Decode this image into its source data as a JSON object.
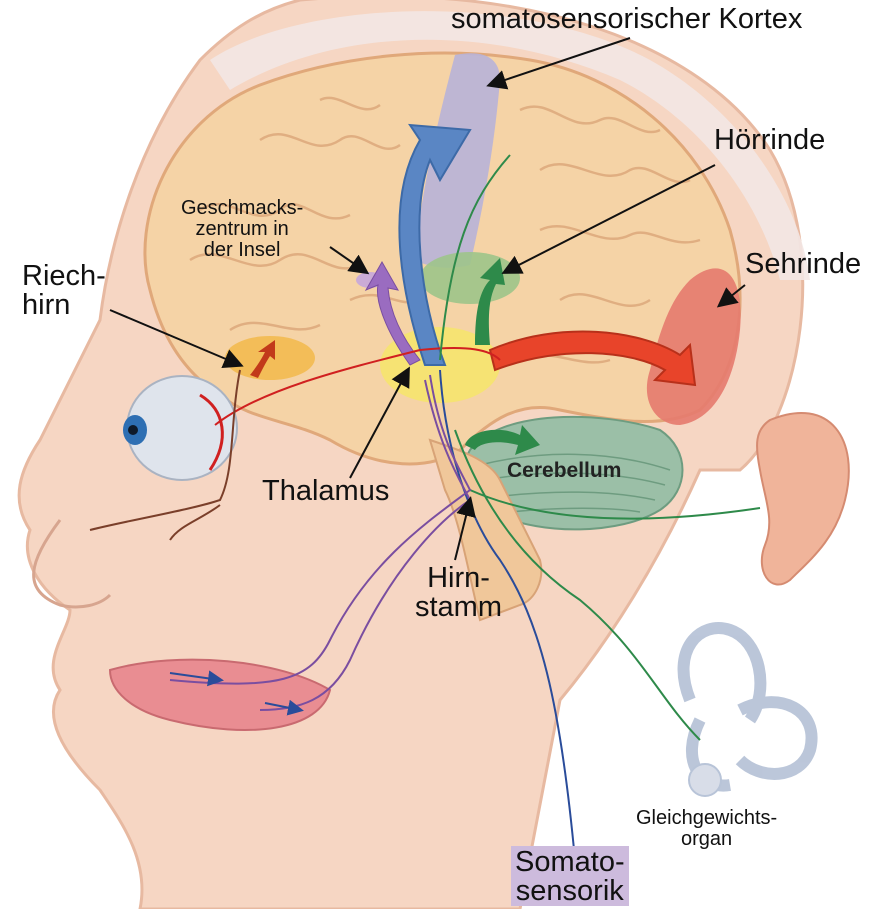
{
  "labels": {
    "somatosensory_cortex": "somatosensorischer Kortex",
    "auditory_cortex": "Hörrinde",
    "taste_center": "Geschmacks-\nzentrum in\nder Insel",
    "olfactory": "Riech-\nhirn",
    "visual_cortex": "Sehrinde",
    "thalamus": "Thalamus",
    "cerebellum": "Cerebellum",
    "brainstem": "Hirn-\nstamm",
    "vestibular": "Gleichgewichts-\norgan",
    "somatosensory": "Somato-\nsensorik"
  },
  "colors": {
    "skin": "#f6d6c3",
    "brain": "#f5d3a6",
    "somatosensory_region": "#b8b2d8",
    "auditory_region": "#9dc48a",
    "visual_region": "#e57a6e",
    "thalamus_region": "#f6e56a",
    "olfactory_region": "#f2b94a",
    "cerebellum": "#9bbfa7",
    "arrow_blue": "#5a86c4",
    "arrow_green": "#2e8a4a",
    "arrow_red": "#e8442a",
    "arrow_purple": "#9a6cc0",
    "label_box": "#cdbbdd"
  }
}
